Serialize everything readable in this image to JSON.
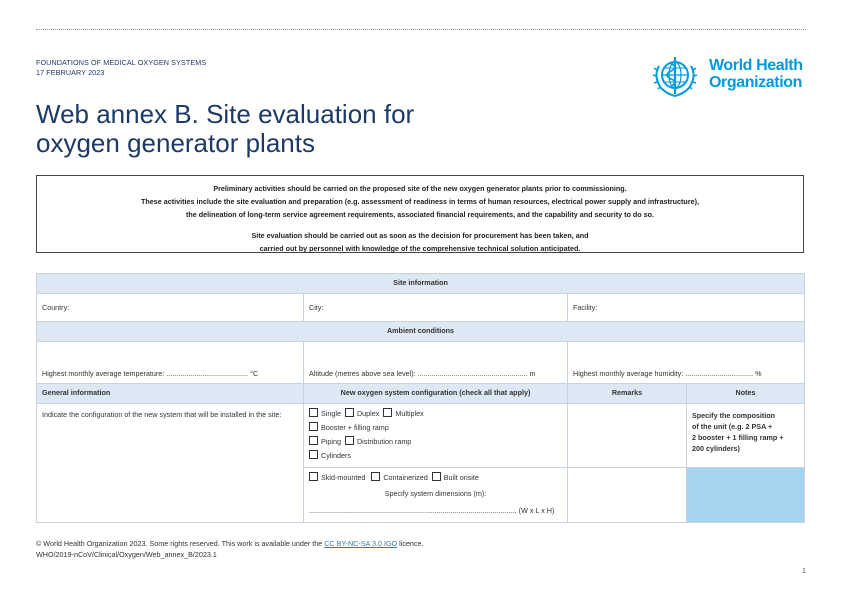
{
  "header": {
    "series": "FOUNDATIONS OF MEDICAL OXYGEN SYSTEMS",
    "date": "17 FEBRUARY 2023",
    "title_line1": "Web annex B. Site evaluation for",
    "title_line2": "oxygen generator plants",
    "logo_line1": "World Health",
    "logo_line2": "Organization"
  },
  "preliminary": {
    "line1": "Preliminary activities should be carried on the proposed site of the new oxygen generator plants prior to commissioning.",
    "line2": "These activities include the site evaluation and preparation (e.g. assessment of readiness in terms of human resources, electrical power supply and infrastructure),",
    "line3": "the delineation of long-term service agreement requirements, associated financial requirements, and the capability and security to do so.",
    "line4": "Site evaluation should be carried out as soon as the decision for procurement has been taken, and",
    "line5": "carried out by personnel with knowledge of the comprehensive technical solution anticipated."
  },
  "site_information": {
    "heading": "Site information",
    "country": "Country:",
    "city": "City:",
    "facility": "Facility:"
  },
  "ambient": {
    "heading": "Ambient conditions",
    "temperature": "Highest monthly average temperature: ......................................... °C",
    "altitude": "Altitude (metres above sea level): ....................................................... m",
    "humidity": "Highest monthly average humidity: .................................. %"
  },
  "columns": {
    "general": "General information",
    "config": "New oxygen system configuration (check all that apply)",
    "remarks": "Remarks",
    "notes": "Notes"
  },
  "general_text": "Indicate the configuration of the new system that will be installed in the site:",
  "options": {
    "single": "Single",
    "duplex": "Duplex",
    "multiplex": "Multiplex",
    "booster": "Booster + filling ramp",
    "piping": "Piping",
    "distribution": "Distribution ramp",
    "cylinders": "Cylinders",
    "skid": "Skid-mounted",
    "containerized": "Containerized",
    "built_onsite": "Built onsite",
    "dimensions_label": "Specify system dimensions (m):",
    "dimensions_line": "........................................................................................................ (W x L x H)"
  },
  "notes_text": {
    "line1": "Specify the composition",
    "line2": "of the unit (e.g. 2 PSA +",
    "line3": "2 booster + 1 filling ramp +",
    "line4": "200 cylinders)"
  },
  "footer": {
    "copyright_pre": "© World Health Organization 2023. Some rights reserved. This work is available under the",
    "license": "CC BY-NC-SA 3.0 IGO",
    "copyright_post": "licence.",
    "ref": "WHO/2019-nCoV/Clinical/Oxygen/Web_annex_B/2023.1",
    "page": "1"
  },
  "colors": {
    "title": "#1d3a66",
    "who_blue": "#009ADE",
    "band": "#dce8f4",
    "notes_fill": "#a5d4f1"
  }
}
